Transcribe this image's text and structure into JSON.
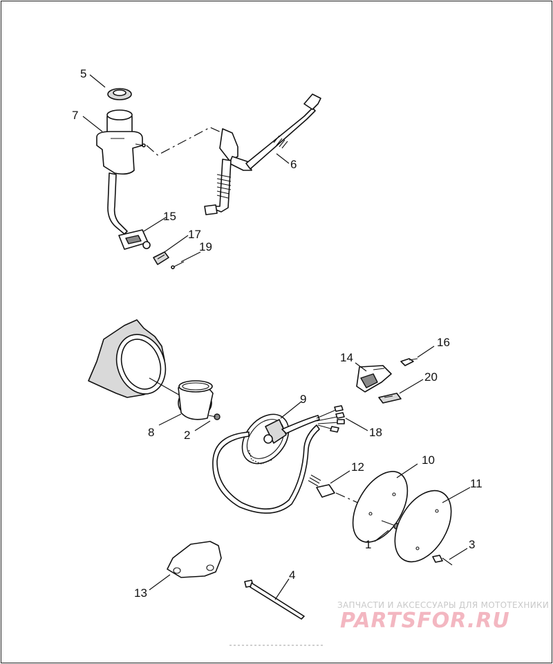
{
  "diagram": {
    "callouts": [
      {
        "id": "c1",
        "label": "1"
      },
      {
        "id": "c2",
        "label": "2"
      },
      {
        "id": "c3",
        "label": "3"
      },
      {
        "id": "c4",
        "label": "4"
      },
      {
        "id": "c5",
        "label": "5"
      },
      {
        "id": "c6",
        "label": "6"
      },
      {
        "id": "c7",
        "label": "7"
      },
      {
        "id": "c8",
        "label": "8"
      },
      {
        "id": "c9",
        "label": "9"
      },
      {
        "id": "c10",
        "label": "10"
      },
      {
        "id": "c11",
        "label": "11"
      },
      {
        "id": "c12",
        "label": "12"
      },
      {
        "id": "c13",
        "label": "13"
      },
      {
        "id": "c14",
        "label": "14"
      },
      {
        "id": "c15",
        "label": "15"
      },
      {
        "id": "c16",
        "label": "16"
      },
      {
        "id": "c17",
        "label": "17"
      },
      {
        "id": "c18",
        "label": "18"
      },
      {
        "id": "c19",
        "label": "19"
      },
      {
        "id": "c20",
        "label": "20"
      }
    ]
  },
  "watermark": {
    "tagline": "ЗАПЧАСТИ И АКСЕССУАРЫ ДЛЯ МОТОТЕХНИКИ",
    "brand": "PARTSFOR.RU"
  },
  "colors": {
    "line": "#111111",
    "watermark_brand": "#f3b7c1",
    "watermark_tagline": "#c9c9c9"
  }
}
